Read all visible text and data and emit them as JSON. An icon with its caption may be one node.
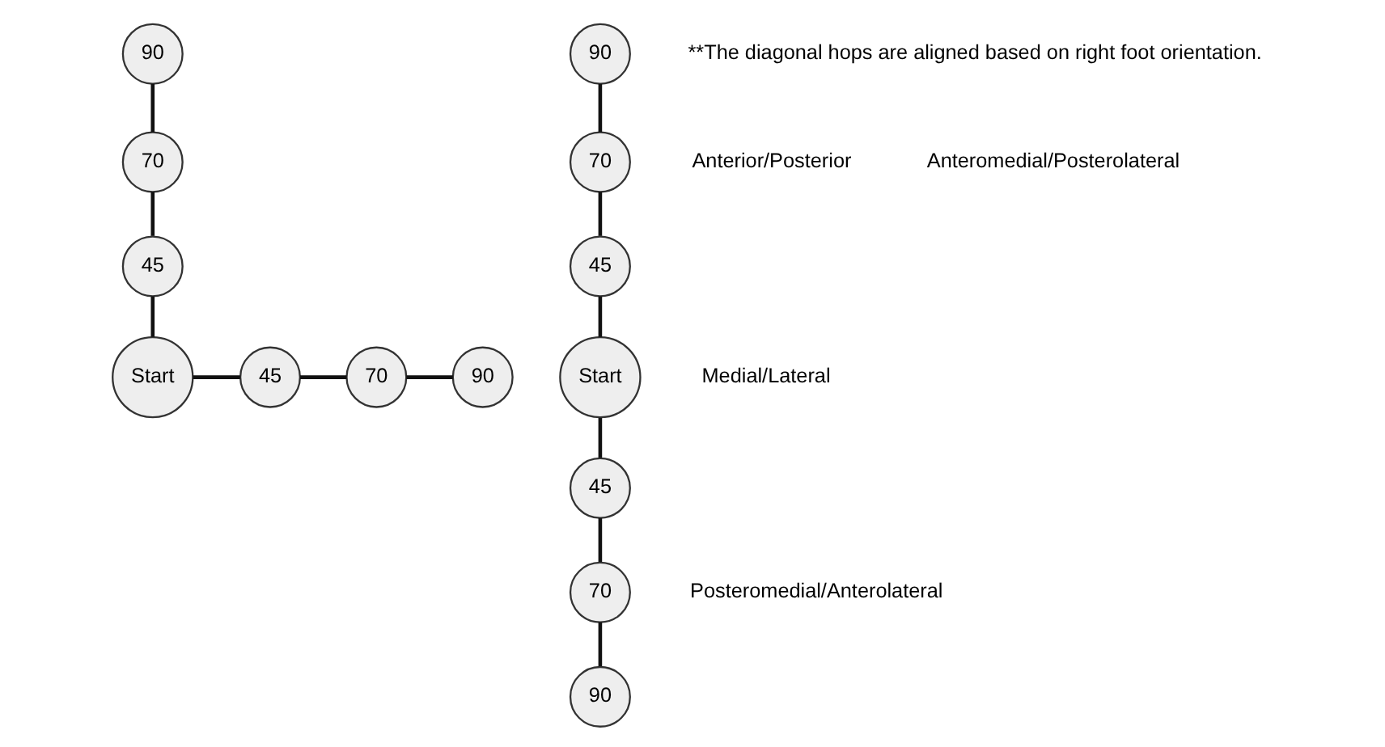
{
  "diagram": {
    "nodes": [
      {
        "text": [
          "90"
        ]
      },
      {
        "text": [
          "70"
        ]
      },
      {
        "text": [
          "45"
        ]
      },
      {
        "text": [
          "Start"
        ]
      },
      {
        "text": [
          "45"
        ]
      },
      {
        "text": [
          "70"
        ]
      },
      {
        "text": [
          "90"
        ]
      },
      {
        "text": [
          "90"
        ]
      },
      {
        "text": [
          "70"
        ]
      },
      {
        "text": [
          "45"
        ]
      },
      {
        "text": [
          "Start"
        ]
      },
      {
        "text": [
          "45"
        ]
      },
      {
        "text": [
          "70"
        ]
      },
      {
        "text": [
          "90"
        ]
      }
    ],
    "edges": [
      {
        "from": 0,
        "to": 1,
        "arrow": "none"
      },
      {
        "from": 1,
        "to": 2,
        "arrow": "none"
      },
      {
        "from": 2,
        "to": 3,
        "arrow": "none"
      },
      {
        "from": 3,
        "to": 4,
        "arrow": "none"
      },
      {
        "from": 4,
        "to": 5,
        "arrow": "none"
      },
      {
        "from": 5,
        "to": 6,
        "arrow": "none"
      },
      {
        "from": 7,
        "to": 8,
        "arrow": "none"
      },
      {
        "from": 8,
        "to": 9,
        "arrow": "none"
      },
      {
        "from": 9,
        "to": 10,
        "arrow": "none"
      },
      {
        "from": 10,
        "to": 11,
        "arrow": "none"
      },
      {
        "from": 11,
        "to": 12,
        "arrow": "none"
      },
      {
        "from": 12,
        "to": 13,
        "arrow": "none"
      }
    ],
    "labels": [
      "**The diagonal hops are aligned based on right foot orientation.",
      "Anterior/Posterior",
      "Anteromedial/Posterolateral",
      "Posteromedial/Anterolateral",
      "Medial/Lateral"
    ]
  }
}
